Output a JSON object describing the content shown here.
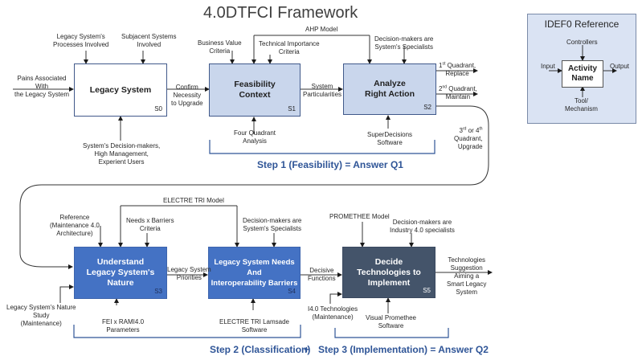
{
  "title": "4.0DTFCI Framework",
  "colors": {
    "box_white": "#ffffff",
    "box_light": "#c9d6ec",
    "box_mid": "#4472c4",
    "box_dark": "#44546a",
    "step_text": "#2f5597",
    "reference_bg": "#dae3f3"
  },
  "boxes": {
    "s0": {
      "line1": "Legacy System",
      "id": "S0"
    },
    "s1": {
      "line1": "Feasibility",
      "line2": "Context",
      "id": "S1"
    },
    "s2": {
      "line1": "Analyze",
      "line2": "Right Action",
      "id": "S2"
    },
    "s3": {
      "line1": "Understand",
      "line2": "Legacy System's",
      "line3": "Nature",
      "id": "S3"
    },
    "s4": {
      "line1": "Legacy System Needs",
      "line2": "And",
      "line3": "Interoperability Barriers",
      "id": "S4"
    },
    "s5": {
      "line1": "Decide",
      "line2": "Technologies to",
      "line3": "Implement",
      "id": "S5"
    }
  },
  "labels": {
    "s0_control1": [
      "Legacy System's",
      "Processes Involved"
    ],
    "s0_control2": [
      "Subjacent Systems",
      "Involved"
    ],
    "s0_input": [
      "Pains Associated",
      "With",
      "the Legacy System"
    ],
    "s0_mechanism": [
      "System's Decision-makers,",
      "High Management,",
      "Experient Users"
    ],
    "s0_output": [
      "Confirm",
      "Necessity",
      "to Upgrade"
    ],
    "s1_control1": [
      "Business Value",
      "Criteria"
    ],
    "s1_control2": [
      "Technical Importance",
      "Criteria"
    ],
    "ahp_model": "AHP Model",
    "s1_mechanism": [
      "Four Quadrant",
      "Analysis"
    ],
    "s1_output": [
      "System",
      "Particularities"
    ],
    "s2_control": [
      "Decision-makers are",
      "System's Specialists"
    ],
    "s2_mechanism": [
      "SuperDecisions",
      "Software"
    ],
    "q1": {
      "num": "1",
      "sup": "st",
      "rest": " Quadrant,",
      "line2": "Replace"
    },
    "q2": {
      "num": "2",
      "sup": "nd",
      "rest": " Quadrant,",
      "line2": "Maintain"
    },
    "q34": {
      "num1": "3",
      "sup1": "rd",
      "mid": " or 4",
      "sup2": "th",
      "line2": "Quadrant,",
      "line3": "Upgrade"
    },
    "electre_model": "ELECTRE TRI Model",
    "s3_control1": [
      "Reference",
      "(Maintenance 4.0",
      "Architecture)"
    ],
    "s3_control2": [
      "Needs x Barriers",
      "Criteria"
    ],
    "s3_input2": [
      "Legacy System's Nature",
      "Study",
      "(Maintenance)"
    ],
    "s3_mechanism": [
      "FEI x RAMI4.0",
      "Parameters"
    ],
    "s3_output": [
      "Legacy System",
      "Priorities"
    ],
    "s4_control": [
      "Decision-makers are",
      "System's Specialists"
    ],
    "s4_mechanism": [
      "ELECTRE TRI Lamsade",
      "Software"
    ],
    "s4_output": [
      "Decisive",
      "Functions"
    ],
    "promethee_model": "PROMETHEE Model",
    "s5_control": [
      "Decision-makers are",
      "Industry 4.0 specialists"
    ],
    "s5_input2": [
      "I4.0 Technologies",
      "(Maintenance)"
    ],
    "s5_mechanism": [
      "Visual Promethee",
      "Software"
    ],
    "s5_output": [
      "Technologies",
      "Suggestion",
      "Aiming a",
      "Smart Legacy",
      "System"
    ]
  },
  "steps": {
    "step1": "Step 1 (Feasibility) = Answer Q1",
    "step2": "Step 2 (Classification)",
    "plus": "+",
    "step3": "Step 3 (Implementation) = Answer Q2"
  },
  "reference": {
    "title": "IDEF0 Reference",
    "controllers": "Controllers",
    "input": "Input",
    "output": "Output",
    "activity_line1": "Activity",
    "activity_line2": "Name",
    "mechanism_line1": "Tool/",
    "mechanism_line2": "Mechanism"
  }
}
